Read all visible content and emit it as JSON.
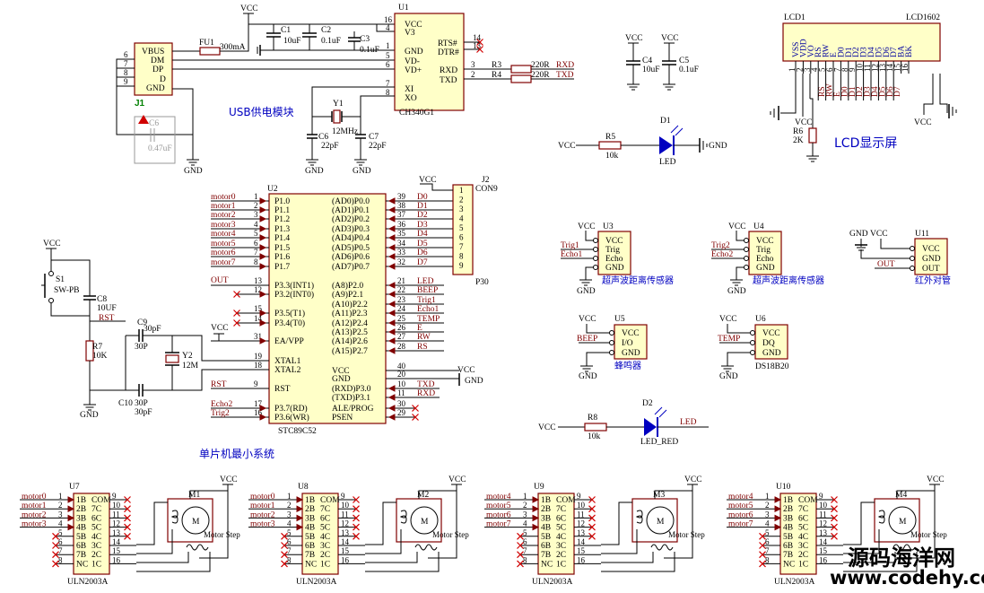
{
  "usb_module": {
    "caption": "USB供电模块",
    "vcc": "VCC",
    "j1": {
      "ref": "J1",
      "pins": [
        "VBUS",
        "DM",
        "DP",
        "D",
        "GND"
      ],
      "pin_nums": [
        "6",
        "7",
        "8",
        "9"
      ]
    },
    "fu1": {
      "ref": "FU1",
      "value": "300mA"
    },
    "c1": {
      "ref": "C1",
      "value": "10uF"
    },
    "c2": {
      "ref": "C2",
      "value": "0.1uF"
    },
    "c3": {
      "ref": "C3",
      "value": "0.1uF"
    },
    "c6": {
      "ref": "C6",
      "value": "22pF"
    },
    "c7": {
      "ref": "C7",
      "value": "22pF"
    },
    "c6b": {
      "ref": "C6",
      "value": "0.47uF"
    },
    "y1": {
      "ref": "Y1",
      "value": "12MHz"
    },
    "u1": {
      "ref": "U1",
      "part": "CH340G1",
      "left_pins": [
        "VCC",
        "V3",
        "GND",
        "VD-",
        "VD+",
        "XI",
        "XO"
      ],
      "left_nums": [
        "16",
        "4",
        "1",
        "5",
        "6",
        "7",
        "8"
      ],
      "right_pins": [
        "RTS#",
        "DTR#",
        "RXD",
        "TXD"
      ],
      "right_nums": [
        "14",
        "13",
        "3",
        "2"
      ]
    },
    "r3": {
      "ref": "R3",
      "value": "220R"
    },
    "r4": {
      "ref": "R4",
      "value": "220R"
    },
    "rxd": "RXD",
    "txd": "TXD",
    "gnd": "GND"
  },
  "caps_top": {
    "c4": {
      "ref": "C4",
      "value": "10uF"
    },
    "c5": {
      "ref": "C5",
      "value": "0.1uF"
    },
    "vcc": "VCC"
  },
  "lcd": {
    "ref": "LCD1",
    "part": "LCD1602",
    "caption": "LCD显示屏",
    "pins": [
      "VSS",
      "VDD",
      "VO",
      "RS",
      "RW",
      "E",
      "D0",
      "D1",
      "D2",
      "D3",
      "D4",
      "D5",
      "D6",
      "D7",
      "BA",
      "BK"
    ],
    "nums": [
      "1",
      "2",
      "3",
      "4",
      "5",
      "6",
      "7",
      "8",
      "9",
      "10",
      "11",
      "12",
      "13",
      "14",
      "15",
      "16"
    ],
    "nets": [
      "RS",
      "RW",
      "E",
      "D0",
      "D1",
      "D2",
      "D3",
      "D4",
      "D5",
      "D6",
      "D7"
    ],
    "r6": {
      "ref": "R6",
      "value": "2K"
    },
    "vcc": "VCC"
  },
  "led1": {
    "ref": "D1",
    "label": "LED",
    "r": "R5",
    "rv": "10k",
    "vcc": "VCC",
    "gnd": "GND"
  },
  "led2": {
    "ref": "D2",
    "label": "LED_RED",
    "r": "R8",
    "rv": "10k",
    "vcc": "VCC",
    "net": "LED"
  },
  "mcu": {
    "caption": "单片机最小系统",
    "ref": "U2",
    "part": "STC89C52",
    "left_pins": [
      "P1.0",
      "P1.1",
      "P1.2",
      "P1.3",
      "P1.4",
      "P1.5",
      "P1.6",
      "P1.7",
      "P3.3(INT1)",
      "P3.2(INT0)",
      "P3.5(T1)",
      "P3.4(T0)",
      "EA/VPP",
      "XTAL1",
      "XTAL2",
      "RST",
      "P3.7(RD)",
      "P3.6(WR)"
    ],
    "left_nums": [
      "1",
      "2",
      "3",
      "4",
      "5",
      "6",
      "7",
      "8",
      "13",
      "12",
      "15",
      "14",
      "31",
      "19",
      "18",
      "9",
      "17",
      "16"
    ],
    "left_nets": [
      "motor0",
      "motor1",
      "motor2",
      "motor3",
      "motor4",
      "motor5",
      "motor6",
      "motor7",
      "OUT",
      "",
      "",
      "",
      "VCC",
      "",
      "",
      "RST",
      "Echo2",
      "Trig2"
    ],
    "right_pins": [
      "(AD0)P0.0",
      "(AD1)P0.1",
      "(AD2)P0.2",
      "(AD3)P0.3",
      "(AD4)P0.4",
      "(AD5)P0.5",
      "(AD6)P0.6",
      "(AD7)P0.7",
      "(A8)P2.0",
      "(A9)P2.1",
      "(A10)P2.2",
      "(A11)P2.3",
      "(A12)P2.4",
      "(A13)P2.5",
      "(A14)P2.6",
      "(A15)P2.7",
      "VCC",
      "GND",
      "(RXD)P3.0",
      "(TXD)P3.1",
      "ALE/PROG",
      "PSEN"
    ],
    "right_nums": [
      "39",
      "38",
      "37",
      "36",
      "35",
      "34",
      "33",
      "32",
      "21",
      "22",
      "23",
      "24",
      "25",
      "26",
      "27",
      "28",
      "40",
      "20",
      "10",
      "11",
      "30",
      "29"
    ],
    "right_nets": [
      "D0",
      "D1",
      "D2",
      "D3",
      "D4",
      "D5",
      "D6",
      "D7",
      "LED",
      "BEEP",
      "Trig1",
      "Echo1",
      "TEMP",
      "E",
      "RW",
      "RS",
      "VCC",
      "GND",
      "TXD",
      "RXD",
      "",
      ""
    ],
    "j2": {
      "ref": "J2",
      "part": "CON9",
      "label": "P30",
      "nums": [
        "1",
        "2",
        "3",
        "4",
        "5",
        "6",
        "7",
        "8",
        "9"
      ]
    },
    "s1": {
      "ref": "S1",
      "part": "SW-PB"
    },
    "c8": {
      "ref": "C8",
      "value": "10UF"
    },
    "r7": {
      "ref": "R7",
      "value": "10K"
    },
    "c9": {
      "ref": "C9",
      "value": "30pF",
      "v2": "30P"
    },
    "c10": {
      "ref": "C10",
      "value": "30pF",
      "v2": "30P"
    },
    "y2": {
      "ref": "Y2",
      "value": "12M"
    },
    "vcc": "VCC",
    "gnd": "GND",
    "rst": "RST"
  },
  "sensors": {
    "u3": {
      "ref": "U3",
      "pins": [
        "VCC",
        "Trig",
        "Echo",
        "GND"
      ],
      "nets": [
        "Trig1",
        "Echo1"
      ],
      "caption": "超声波距离传感器"
    },
    "u4": {
      "ref": "U4",
      "pins": [
        "VCC",
        "Trig",
        "Echo",
        "GND"
      ],
      "nets": [
        "Trig2",
        "Echo2"
      ],
      "caption": "超声波距离传感器"
    },
    "u11": {
      "ref": "U11",
      "pins": [
        "VCC",
        "GND",
        "OUT"
      ],
      "nets": [
        "GND",
        "VCC",
        "OUT"
      ],
      "caption": "红外对管"
    },
    "u5": {
      "ref": "U5",
      "pins": [
        "VCC",
        "I/O",
        "GND"
      ],
      "net": "BEEP",
      "caption": "蜂鸣器"
    },
    "u6": {
      "ref": "U6",
      "pins": [
        "VCC",
        "DQ",
        "GND"
      ],
      "net": "TEMP",
      "caption": "DS18B20"
    },
    "vcc": "VCC",
    "gnd": "GND"
  },
  "drivers": [
    {
      "ref": "U7",
      "motor": "M1",
      "nets": [
        "motor0",
        "motor1",
        "motor2",
        "motor3"
      ]
    },
    {
      "ref": "U8",
      "motor": "M2",
      "nets": [
        "motor0",
        "motor1",
        "motor2",
        "motor3"
      ]
    },
    {
      "ref": "U9",
      "motor": "M3",
      "nets": [
        "motor4",
        "motor5",
        "motor6",
        "motor7"
      ]
    },
    {
      "ref": "U10",
      "motor": "M4",
      "nets": [
        "motor4",
        "motor5",
        "motor6",
        "motor7"
      ]
    }
  ],
  "driver_common": {
    "part": "ULN2003A",
    "left_pins": [
      "1B",
      "2B",
      "3B",
      "4B",
      "5B",
      "6B",
      "7B",
      "NC"
    ],
    "right_pins": [
      "COM",
      "7C",
      "6C",
      "5C",
      "4C",
      "3C",
      "2C",
      "1C"
    ],
    "left_nums": [
      "1",
      "2",
      "3",
      "4",
      "5",
      "6",
      "7",
      "8"
    ],
    "right_nums": [
      "9",
      "10",
      "11",
      "12",
      "13",
      "14",
      "15",
      "16"
    ],
    "motor_label": "Motor Step",
    "motor_symbol": "M",
    "vcc": "VCC"
  },
  "watermark": {
    "line1": "源码海洋网",
    "line2": "www.codehy.com"
  }
}
